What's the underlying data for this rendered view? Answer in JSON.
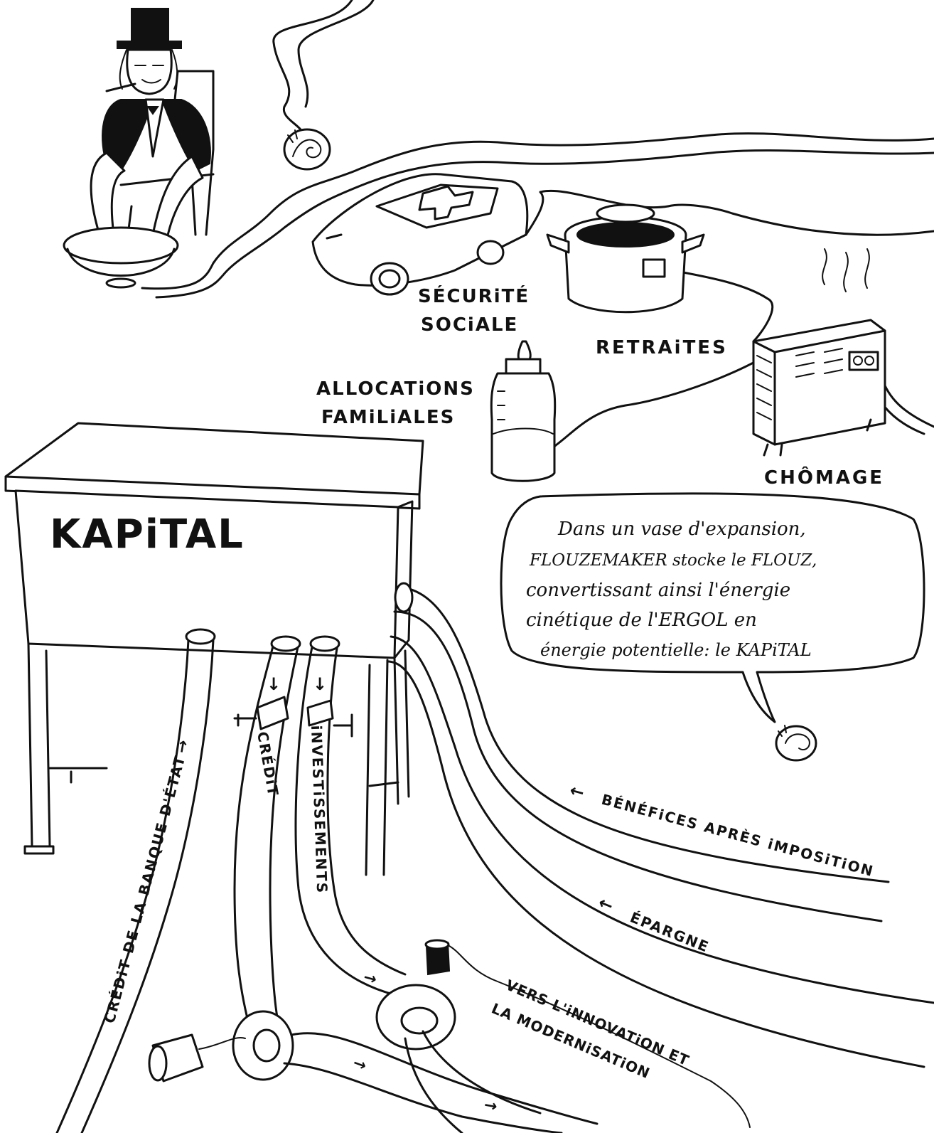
{
  "labels": {
    "securite_line1": "SÉCURiTÉ",
    "securite_line2": "SOCiALE",
    "retraites": "RETRAiTES",
    "allocations_line1": "ALLOCATiONS",
    "allocations_line2": "FAMiLiALES",
    "chomage": "CHÔMAGE",
    "kapital": "KAPiTAL",
    "credit": "CRÉDiT",
    "investissements": "iNVESTiSSEMENTS",
    "credit_banque": "CRÉDiT DE LA BANQUE D'ÉTAT",
    "benefices": "BÉNÉFiCES APRÈS iMPOSiTiON",
    "epargne": "ÉPARGNE",
    "innovation_line1": "VERS L'iNNOVATiON ET",
    "innovation_line2": "LA MODERNiSATiON"
  },
  "speech_bubble": {
    "line1": "Dans un vase d'expansion,",
    "line2": "FLOUZEMAKER stocke le FLOUZ,",
    "line3": "convertissant ainsi l'énergie",
    "line4": "cinétique de l'ERGOL en",
    "line5": "énergie potentielle: le KAPiTAL"
  },
  "arrows": {
    "left": "←",
    "right": "→",
    "down": "↓"
  },
  "icons": [
    "top-hat-man",
    "ambulance-car",
    "cooking-pot",
    "baby-bottle",
    "electric-heater",
    "kapital-tank",
    "snail-left",
    "snail-right",
    "paint-can",
    "bucket"
  ]
}
